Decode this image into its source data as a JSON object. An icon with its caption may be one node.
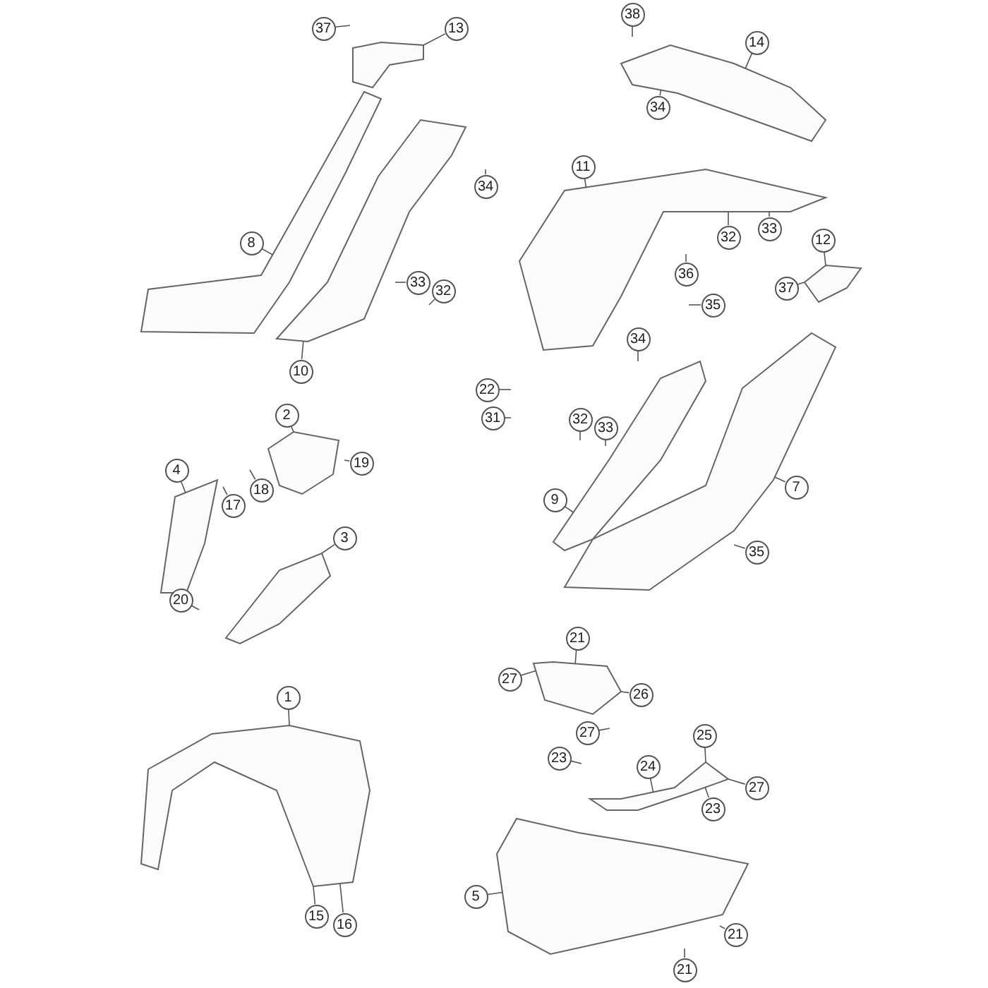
{
  "diagram": {
    "nodes": [
      {
        "text": [
          "38"
        ]
      },
      {
        "text": [
          "37"
        ]
      },
      {
        "text": [
          "13"
        ]
      },
      {
        "text": [
          "14"
        ]
      },
      {
        "text": [
          "34"
        ]
      },
      {
        "text": [
          "11"
        ]
      },
      {
        "text": [
          "34"
        ]
      },
      {
        "text": [
          "33"
        ]
      },
      {
        "text": [
          "32"
        ]
      },
      {
        "text": [
          "12"
        ]
      },
      {
        "text": [
          "8"
        ]
      },
      {
        "text": [
          "36"
        ]
      },
      {
        "text": [
          "33"
        ]
      },
      {
        "text": [
          "37"
        ]
      },
      {
        "text": [
          "32"
        ]
      },
      {
        "text": [
          "35"
        ]
      },
      {
        "text": [
          "34"
        ]
      },
      {
        "text": [
          "10"
        ]
      },
      {
        "text": [
          "22"
        ]
      },
      {
        "text": [
          "2"
        ]
      },
      {
        "text": [
          "31"
        ]
      },
      {
        "text": [
          "32"
        ]
      },
      {
        "text": [
          "33"
        ]
      },
      {
        "text": [
          "19"
        ]
      },
      {
        "text": [
          "4"
        ]
      },
      {
        "text": [
          "7"
        ]
      },
      {
        "text": [
          "18"
        ]
      },
      {
        "text": [
          "9"
        ]
      },
      {
        "text": [
          "17"
        ]
      },
      {
        "text": [
          "3"
        ]
      },
      {
        "text": [
          "35"
        ]
      },
      {
        "text": [
          "20"
        ]
      },
      {
        "text": [
          "21"
        ]
      },
      {
        "text": [
          "27"
        ]
      },
      {
        "text": [
          "26"
        ]
      },
      {
        "text": [
          "1"
        ]
      },
      {
        "text": [
          "27"
        ]
      },
      {
        "text": [
          "25"
        ]
      },
      {
        "text": [
          "23"
        ]
      },
      {
        "text": [
          "24"
        ]
      },
      {
        "text": [
          "27"
        ]
      },
      {
        "text": [
          "23"
        ]
      },
      {
        "text": [
          "5"
        ]
      },
      {
        "text": [
          "15"
        ]
      },
      {
        "text": [
          "16"
        ]
      },
      {
        "text": [
          "21"
        ]
      },
      {
        "text": [
          "21"
        ]
      },
      {
        "text": [],
        "shape": "picture"
      },
      {
        "text": [],
        "shape": "picture"
      },
      {
        "text": [],
        "shape": "picture"
      },
      {
        "text": [],
        "shape": "picture"
      },
      {
        "text": [],
        "shape": "picture"
      },
      {
        "text": [],
        "shape": "picture"
      },
      {
        "text": [],
        "shape": "picture"
      },
      {
        "text": [],
        "shape": "picture"
      },
      {
        "text": [],
        "shape": "picture"
      },
      {
        "text": [],
        "shape": "picture"
      },
      {
        "text": [],
        "shape": "picture"
      },
      {
        "text": [],
        "shape": "picture"
      },
      {
        "text": [],
        "shape": "picture"
      },
      {
        "text": [],
        "shape": "picture"
      },
      {
        "text": [],
        "shape": "picture"
      }
    ],
    "edges": [
      {
        "from": 0,
        "to": null,
        "arrow": "none"
      },
      {
        "from": 1,
        "to": null,
        "arrow": "none"
      },
      {
        "from": 2,
        "to": 60,
        "arrow": "none"
      },
      {
        "from": 3,
        "to": 61,
        "arrow": "none"
      },
      {
        "from": 4,
        "to": 61,
        "arrow": "none"
      },
      {
        "from": 5,
        "to": 49,
        "arrow": "none"
      },
      {
        "from": 6,
        "to": null,
        "arrow": "none"
      },
      {
        "from": 7,
        "to": 49,
        "arrow": "none"
      },
      {
        "from": 8,
        "to": 49,
        "arrow": "none"
      },
      {
        "from": 9,
        "to": 50,
        "arrow": "none"
      },
      {
        "from": 10,
        "to": 47,
        "arrow": "none"
      },
      {
        "from": 11,
        "to": null,
        "arrow": "none"
      },
      {
        "from": 12,
        "to": null,
        "arrow": "none"
      },
      {
        "from": 13,
        "to": 50,
        "arrow": "none"
      },
      {
        "from": 14,
        "to": null,
        "arrow": "none"
      },
      {
        "from": 15,
        "to": null,
        "arrow": "none"
      },
      {
        "from": 16,
        "to": null,
        "arrow": "none"
      },
      {
        "from": 17,
        "to": 48,
        "arrow": "none"
      },
      {
        "from": 18,
        "to": null,
        "arrow": "none"
      },
      {
        "from": 19,
        "to": 53,
        "arrow": "none"
      },
      {
        "from": 20,
        "to": null,
        "arrow": "none"
      },
      {
        "from": 21,
        "to": null,
        "arrow": "none"
      },
      {
        "from": 22,
        "to": null,
        "arrow": "none"
      },
      {
        "from": 23,
        "to": null,
        "arrow": "none"
      },
      {
        "from": 24,
        "to": 54,
        "arrow": "none"
      },
      {
        "from": 25,
        "to": 51,
        "arrow": "none"
      },
      {
        "from": 26,
        "to": null,
        "arrow": "none"
      },
      {
        "from": 27,
        "to": 52,
        "arrow": "none"
      },
      {
        "from": 28,
        "to": null,
        "arrow": "none"
      },
      {
        "from": 29,
        "to": 55,
        "arrow": "none"
      },
      {
        "from": 30,
        "to": null,
        "arrow": "none"
      },
      {
        "from": 31,
        "to": null,
        "arrow": "none"
      },
      {
        "from": 32,
        "to": 57,
        "arrow": "none"
      },
      {
        "from": 33,
        "to": 57,
        "arrow": "none"
      },
      {
        "from": 34,
        "to": 57,
        "arrow": "none"
      },
      {
        "from": 35,
        "to": 56,
        "arrow": "none"
      },
      {
        "from": 36,
        "to": null,
        "arrow": "none"
      },
      {
        "from": 37,
        "to": 58,
        "arrow": "none"
      },
      {
        "from": 38,
        "to": null,
        "arrow": "none"
      },
      {
        "from": 39,
        "to": 58,
        "arrow": "none"
      },
      {
        "from": 40,
        "to": 58,
        "arrow": "none"
      },
      {
        "from": 41,
        "to": 58,
        "arrow": "none"
      },
      {
        "from": 42,
        "to": 59,
        "arrow": "none"
      },
      {
        "from": 43,
        "to": 56,
        "arrow": "none"
      },
      {
        "from": 44,
        "to": 56,
        "arrow": "none"
      },
      {
        "from": 45,
        "to": null,
        "arrow": "none"
      },
      {
        "from": 46,
        "to": null,
        "arrow": "none"
      }
    ]
  }
}
